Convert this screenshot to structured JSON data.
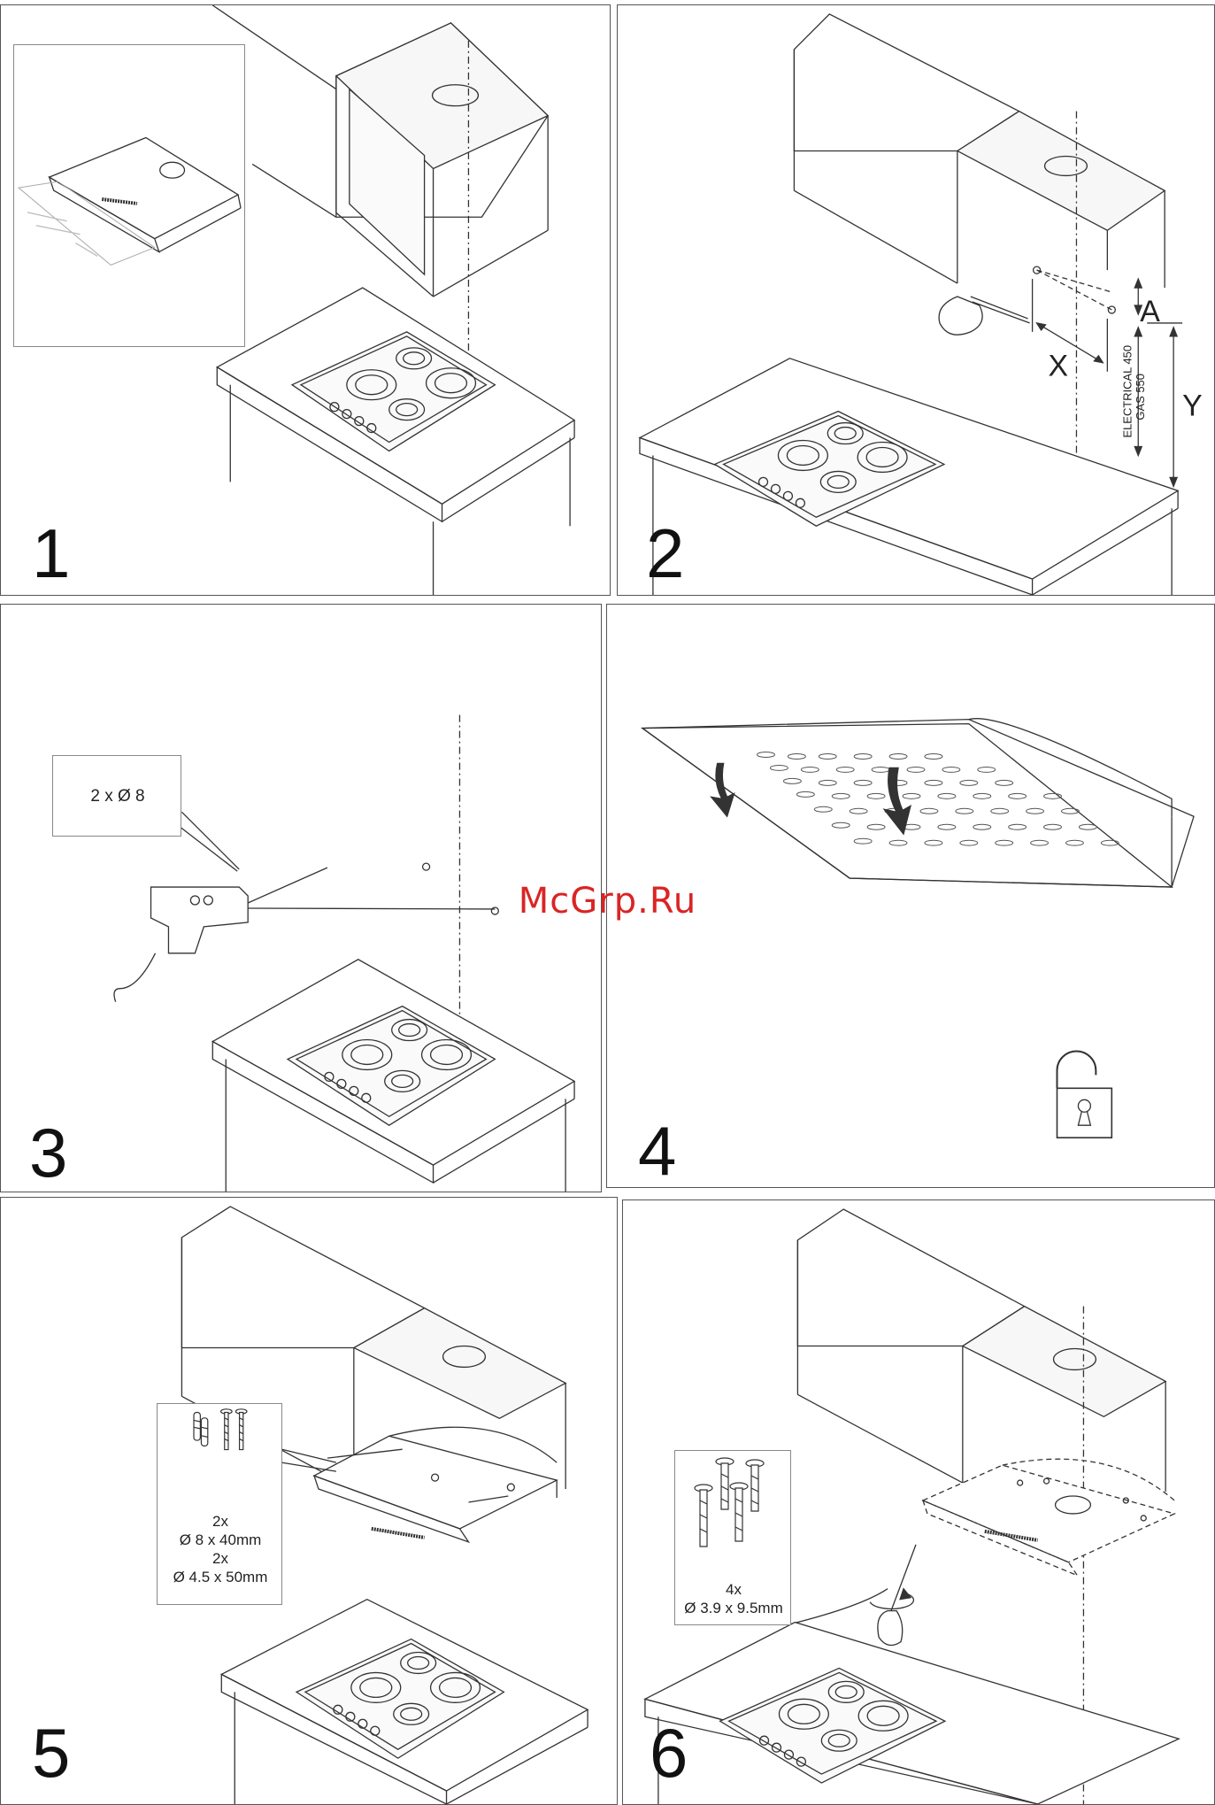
{
  "steps": [
    {
      "number": "1"
    },
    {
      "number": "2",
      "labels": {
        "a": "A",
        "x": "X",
        "y": "Y",
        "electrical": "ELECTRICAL 450",
        "gas": "GAS 550"
      }
    },
    {
      "number": "3",
      "drill_spec": "2 x Ø 8"
    },
    {
      "number": "4"
    },
    {
      "number": "5",
      "fixings": {
        "qty_1": "2x",
        "size_1": "Ø 8 x 40mm",
        "qty_2": "2x",
        "size_2": "Ø 4.5 x 50mm"
      }
    },
    {
      "number": "6",
      "screws": {
        "qty": "4x",
        "size": "Ø 3.9 x 9.5mm"
      }
    }
  ],
  "watermark": "McGrp.Ru",
  "icons": [
    "hood-icon",
    "cabinet-icon",
    "hob-icon",
    "pencil-hand-icon",
    "drill-icon",
    "filter-grille-icon",
    "arrow-down-icon",
    "padlock-open-icon",
    "wall-plug-icon",
    "screw-icon",
    "screwdriver-hand-icon",
    "rotate-arrow-icon"
  ]
}
